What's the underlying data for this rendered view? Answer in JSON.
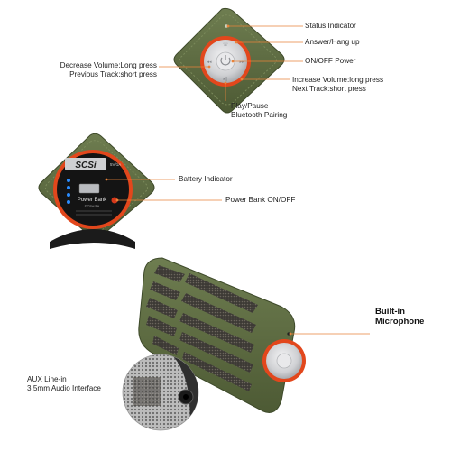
{
  "labels": {
    "status_indicator": "Status Indicator",
    "answer_hang_up": "Answer/Hang up",
    "on_off_power": "ON/OFF Power",
    "decrease_volume": "Decrease Volume:Long press",
    "previous_track": "Previous Track:short press",
    "increase_volume": "Increase Volume:long press",
    "next_track": "Next Track:short press",
    "play_pause": "Play/Pause",
    "bluetooth_pairing": "Bluetooth Pairing",
    "battery_indicator": "Battery Indicator",
    "power_bank_on_off": "Power Bank ON/OFF",
    "built_in": "Built-in",
    "microphone": "Microphone",
    "aux_line_in": "AUX Line-in",
    "audio_interface": "3.5mm Audio Interface"
  },
  "panel_text": {
    "brand": "SCSi",
    "power_bank": "Power Bank",
    "rating_1": "DC5V/1A",
    "rating_2": "5V/1A"
  },
  "colors": {
    "shell_green": "#5f6e43",
    "shell_dark": "#3e4a2a",
    "ring_orange": "#e2471c",
    "leader_orange": "#e8833a",
    "button_silver": "#d9dadc",
    "panel_black": "#141414"
  }
}
